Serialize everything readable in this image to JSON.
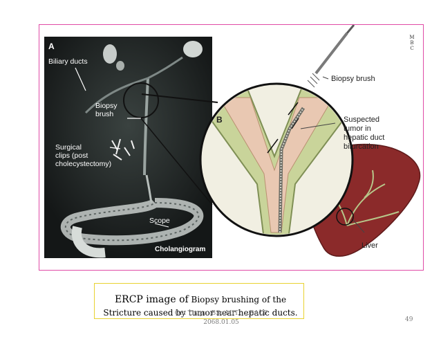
{
  "figure": {
    "panel_a_letter": "A",
    "biliary_ducts": "Biliary ducts",
    "biopsy_brush_left": "Biopsy\nbrush",
    "surgical_clips": "Surgical\nclips (post\ncholecystectomy)",
    "scope": "Scope",
    "cholangiogram": "Cholangiogram",
    "panel_b_letter": "B",
    "biopsy_brush_right": "Biopsy brush",
    "suspected_tumor": "Suspected\ntumor in\nhepatic duct\nbifurcation",
    "liver": "Liver",
    "logo_text": "M\nB\nC"
  },
  "caption": {
    "line1_large": "ERCP image of",
    "line1_small": " Biopsy brushing of the",
    "line2": "Stricture  caused  by  tumor  near  hepatic ducts."
  },
  "footer": {
    "author": "Om Thapa, BSc.MIT......RACP",
    "date": "2068.01.05",
    "page_number": "49"
  },
  "colors": {
    "frame_border": "#e04aa6",
    "caption_border": "#e8d230",
    "liver": "#8b2a2a",
    "duct_green": "#b7c78a"
  }
}
